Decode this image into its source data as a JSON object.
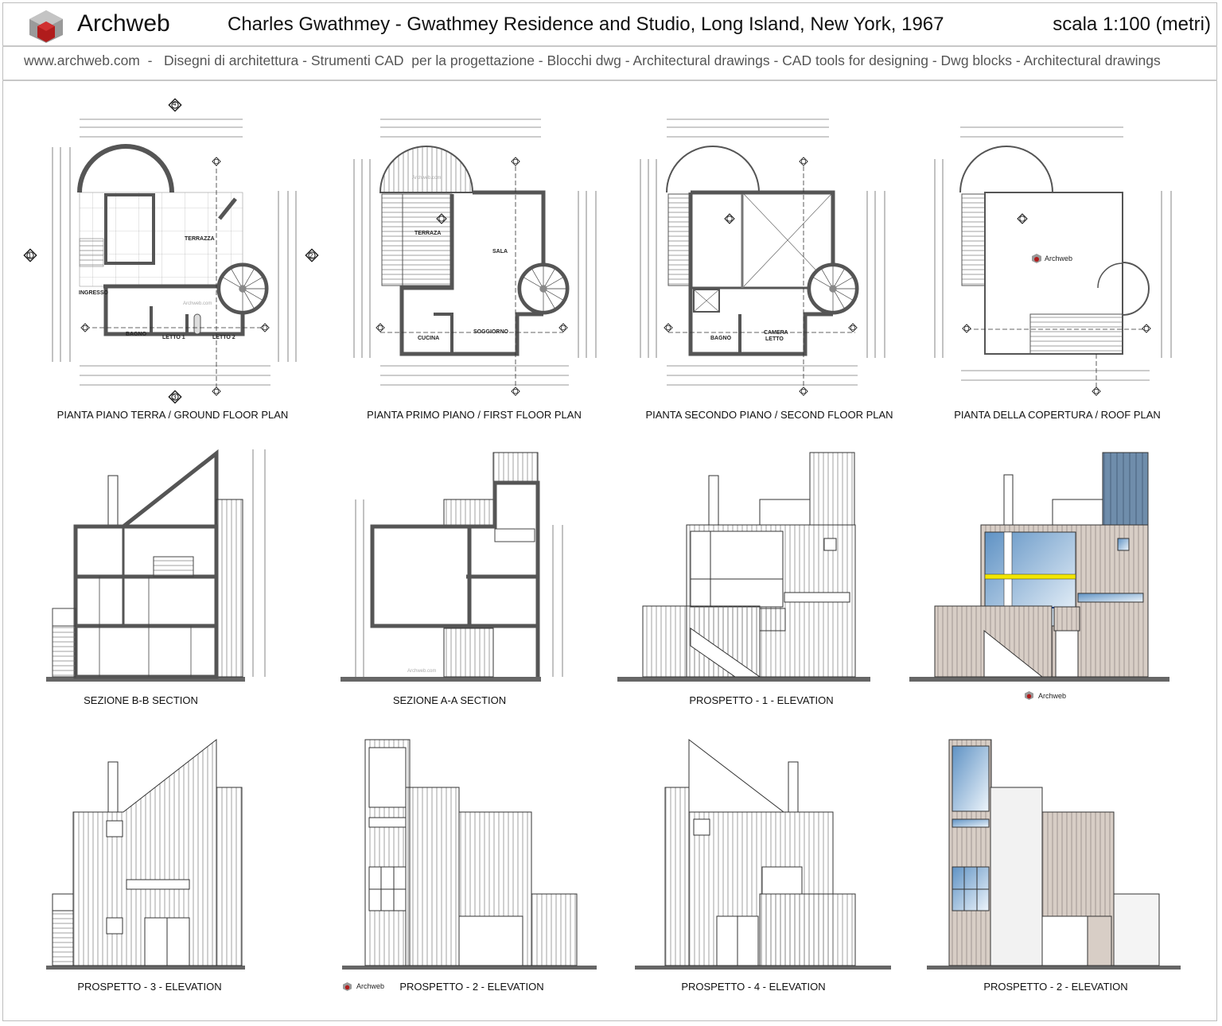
{
  "header": {
    "brand": "Archweb",
    "title": "Charles Gwathmey - Gwathmey Residence and Studio, Long Island, New York, 1967",
    "scale": "scala 1:100 (metri)"
  },
  "subtitle": "www.archweb.com  -   Disegni di architettura - Strumenti CAD  per la progettazione - Blocchi dwg - Architectural drawings - CAD tools for designing - Dwg blocks - Architectural drawings",
  "colors": {
    "cladding": "#d8cec6",
    "glass": "#7ba6cf",
    "tower": "#6f8dab",
    "yellow_band": "#f2e600",
    "walls": "#555555",
    "logo_red": "#a01818"
  },
  "drawings": {
    "ground_floor": {
      "label": "PIANTA PIANO TERRA  /  GROUND FLOOR PLAN",
      "rooms": [
        "TERRAZZA",
        "INGRESSO",
        "BAGNO",
        "LETTO 1",
        "LETTO 2"
      ],
      "markers": [
        "4",
        "1",
        "2",
        "3"
      ],
      "watermark": "Archweb.com"
    },
    "first_floor": {
      "label": "PIANTA PRIMO PIANO  /  FIRST FLOOR PLAN",
      "rooms": [
        "TERRAZA",
        "SALA",
        "CUCINA",
        "SOGGIORNO"
      ],
      "watermark": "Archweb.com"
    },
    "second_floor": {
      "label": "PIANTA SECONDO PIANO  /  SECOND FLOOR PLAN",
      "rooms": [
        "BAGNO",
        "CAMERA",
        "LETTO"
      ]
    },
    "roof": {
      "label": "PIANTA DELLA COPERTURA  /  ROOF PLAN",
      "logo": "Archweb"
    },
    "section_bb": {
      "label": "SEZIONE  B-B  SECTION"
    },
    "section_aa": {
      "label": "SEZIONE  A-A  SECTION",
      "watermark": "Archweb.com"
    },
    "elevation_1": {
      "label": "PROSPETTO - 1 -  ELEVATION"
    },
    "elevation_1_color": {
      "logo": "Archweb"
    },
    "elevation_3": {
      "label": "PROSPETTO - 3 -  ELEVATION"
    },
    "elevation_2": {
      "label": "PROSPETTO - 2 -  ELEVATION",
      "logo": "Archweb"
    },
    "elevation_4": {
      "label": "PROSPETTO - 4 -  ELEVATION"
    },
    "elevation_2_color": {
      "label": "PROSPETTO - 2 -  ELEVATION"
    }
  }
}
